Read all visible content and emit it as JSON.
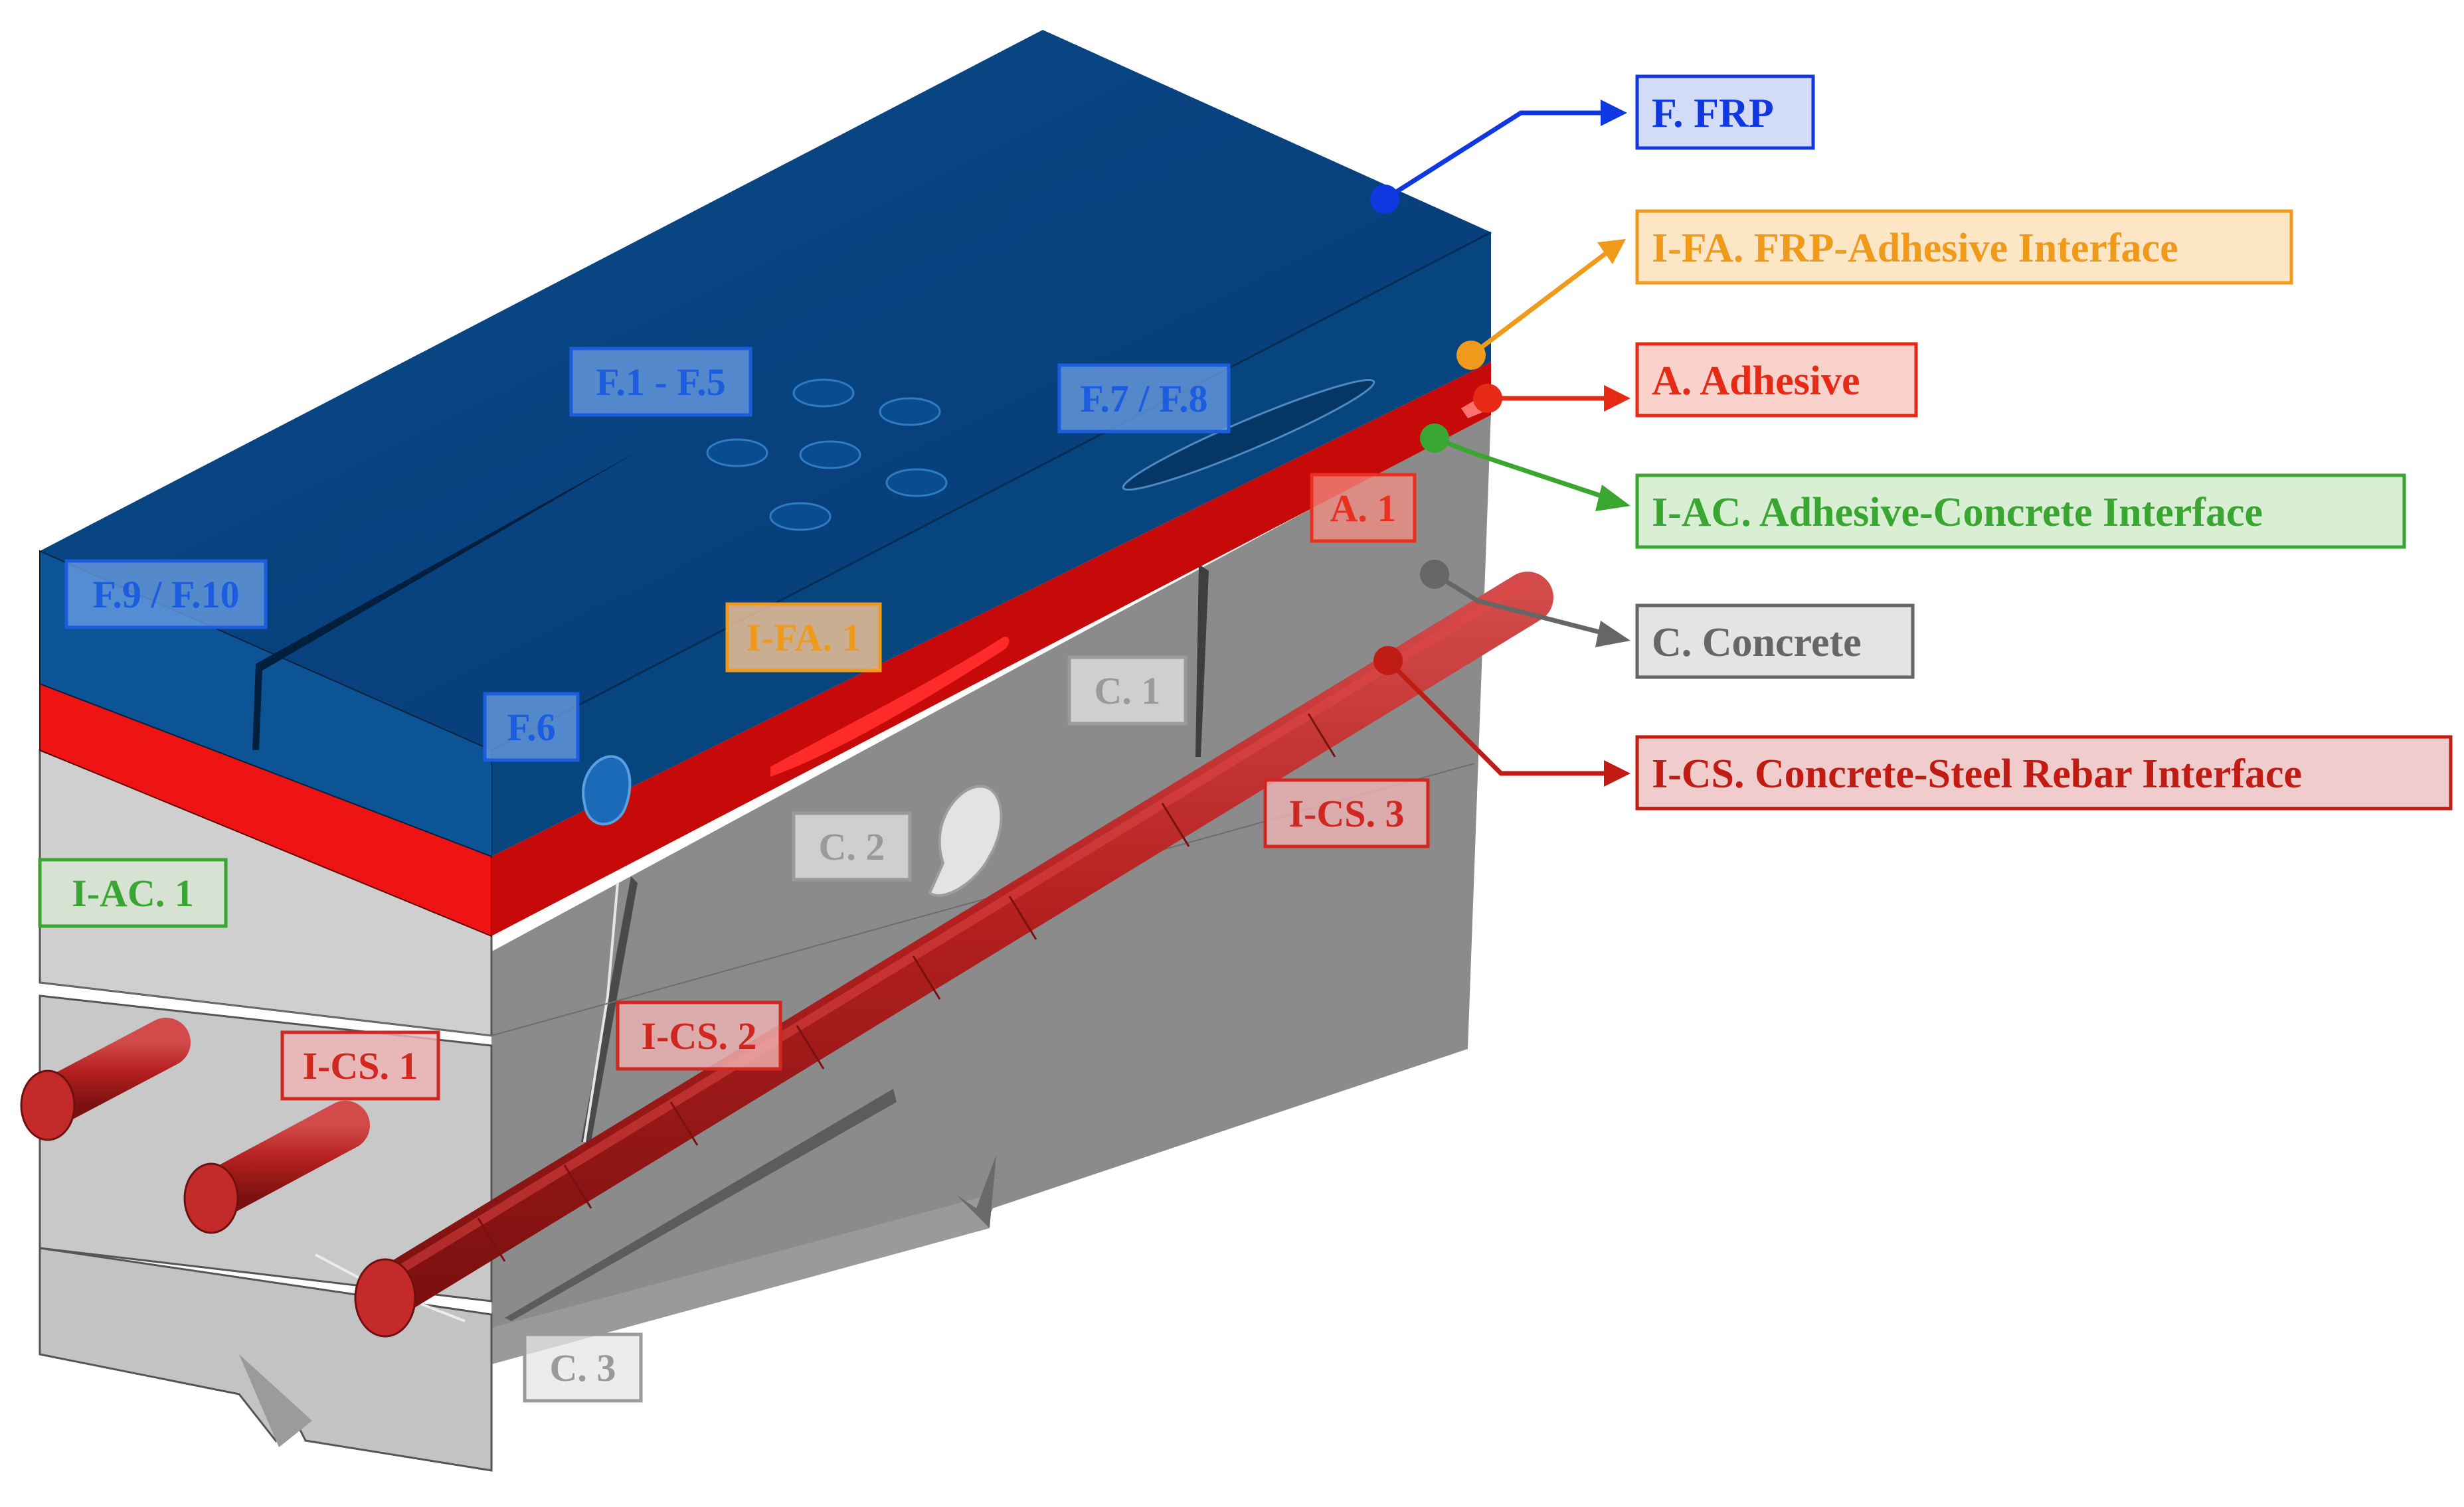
{
  "colors": {
    "frp": "#0a3f80",
    "frp_side": "#0d4f90",
    "adhesive": "#e01010",
    "concrete_front": "#c9c9c9",
    "concrete_side": "#8a8a8a",
    "rebar": "#b82222",
    "legend_frp": "#1038e0",
    "legend_ifa": "#f09a1c",
    "legend_adhesive": "#e62a16",
    "legend_iac": "#3aa632",
    "legend_concrete": "#666666",
    "legend_ics": "#c01c14"
  },
  "legend": [
    {
      "key": "frp",
      "text": "F. FRP",
      "color": "#1038e0",
      "fill": "#d2dcf7",
      "icon": "blue-marker-dot"
    },
    {
      "key": "ifa",
      "text": "I-FA. FRP-Adhesive Interface",
      "color": "#f09a1c",
      "fill": "#fde6c6",
      "icon": "orange-marker-dot"
    },
    {
      "key": "adhesive",
      "text": "A. Adhesive",
      "color": "#e62a16",
      "fill": "#f9d2cc",
      "icon": "red-marker-dot"
    },
    {
      "key": "iac",
      "text": "I-AC. Adhesive-Concrete Interface",
      "color": "#3aa632",
      "fill": "#d9efd3",
      "icon": "green-marker-dot"
    },
    {
      "key": "concrete",
      "text": "C. Concrete",
      "color": "#666666",
      "fill": "#e4e4e4",
      "icon": "gray-marker-dot"
    },
    {
      "key": "ics",
      "text": "I-CS. Concrete-Steel Rebar Interface",
      "color": "#c01c14",
      "fill": "#f0cdcc",
      "icon": "darkred-marker-dot"
    }
  ],
  "defect_labels": [
    {
      "key": "f1_f5",
      "text": "F.1 - F.5",
      "color": "#1c5de0"
    },
    {
      "key": "f7_f8",
      "text": "F.7 / F.8",
      "color": "#1c5de0"
    },
    {
      "key": "f9_f10",
      "text": "F.9 / F.10",
      "color": "#1c5de0"
    },
    {
      "key": "f6",
      "text": "F.6",
      "color": "#1c5de0"
    },
    {
      "key": "a1",
      "text": "A. 1",
      "color": "#e83020"
    },
    {
      "key": "ifa1",
      "text": "I-FA. 1",
      "color": "#f09a1c"
    },
    {
      "key": "c1",
      "text": "C. 1",
      "color": "#9a9a9a"
    },
    {
      "key": "c2",
      "text": "C. 2",
      "color": "#9a9a9a"
    },
    {
      "key": "c3",
      "text": "C. 3",
      "color": "#9a9a9a"
    },
    {
      "key": "iac1",
      "text": "I-AC. 1",
      "color": "#3aa632"
    },
    {
      "key": "ics1",
      "text": "I-CS. 1",
      "color": "#d02820"
    },
    {
      "key": "ics2",
      "text": "I-CS. 2",
      "color": "#d02820"
    },
    {
      "key": "ics3",
      "text": "I-CS. 3",
      "color": "#d02820"
    }
  ]
}
